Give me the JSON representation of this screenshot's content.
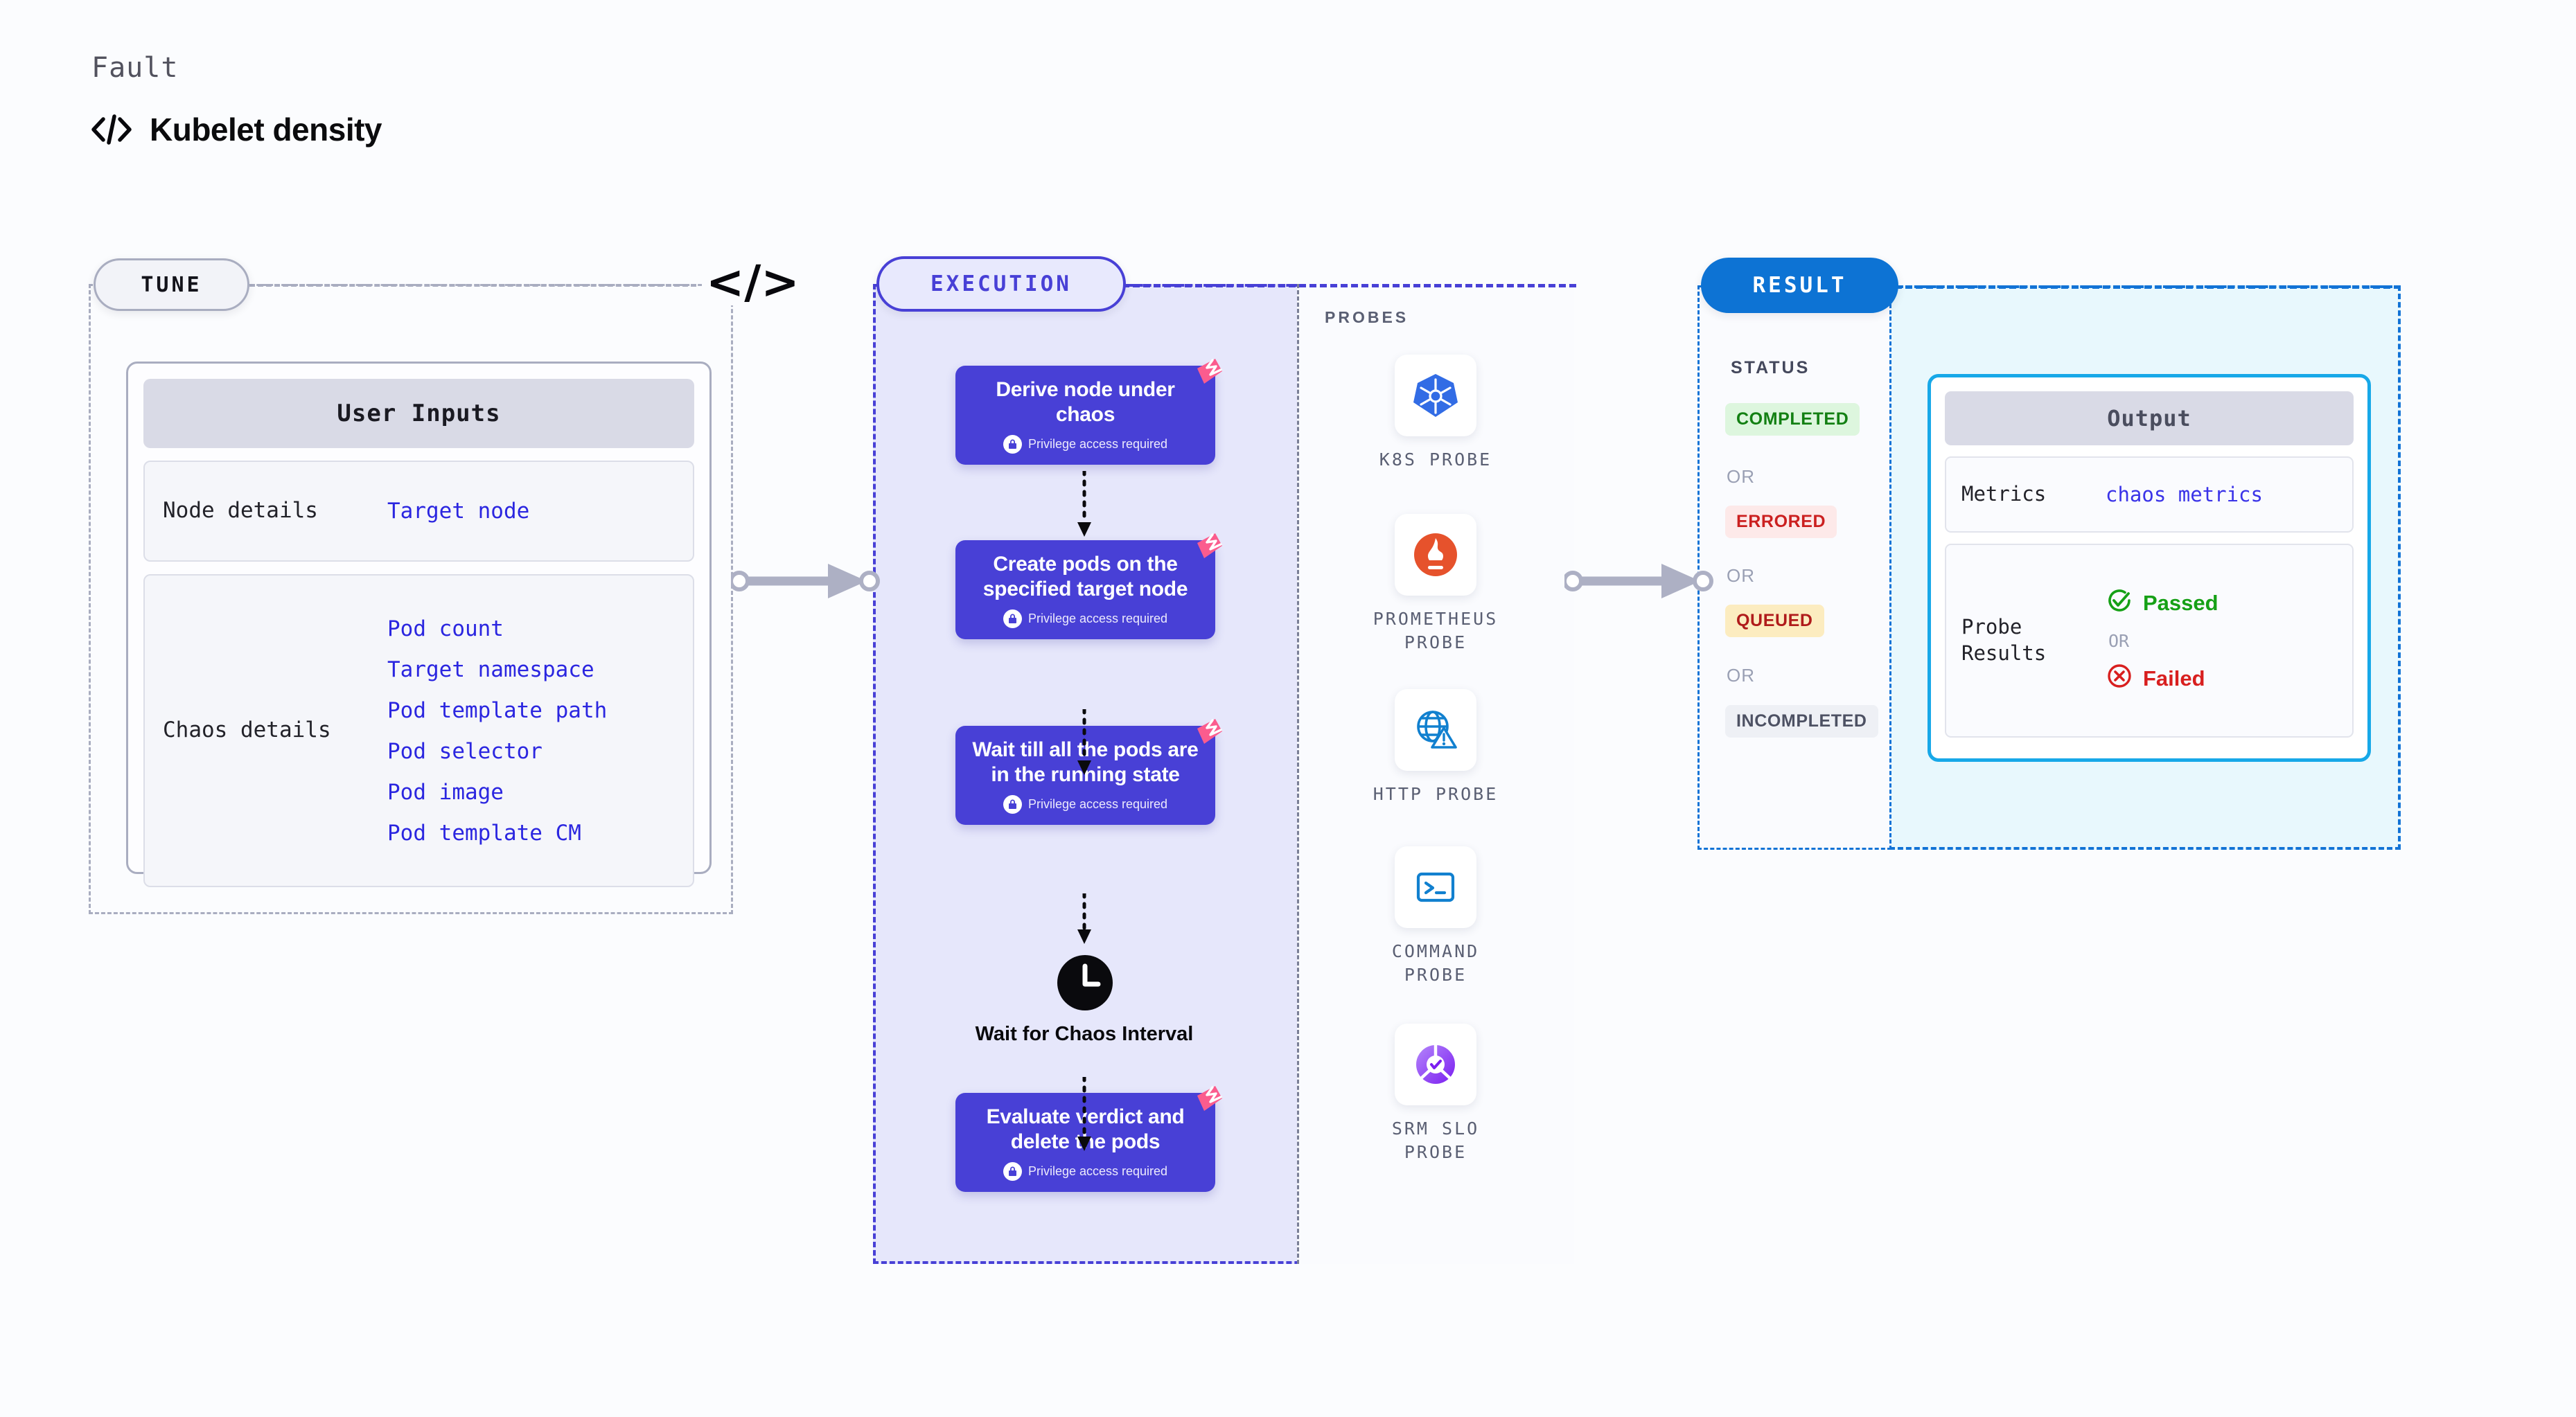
{
  "header": {
    "eyebrow": "Fault",
    "title": "Kubelet density",
    "code_icon": "</>"
  },
  "tune": {
    "pill_label": "TUNE",
    "connector_icon": "</>",
    "card": {
      "title": "User Inputs",
      "rows": [
        {
          "key": "Node details",
          "values": [
            "Target node"
          ]
        },
        {
          "key": "Chaos details",
          "values": [
            "Pod count",
            "Target namespace",
            "Pod template path",
            "Pod selector",
            "Pod image",
            "Pod template CM"
          ]
        }
      ]
    }
  },
  "execution": {
    "pill_label": "EXECUTION",
    "privilege_note": "Privilege access required",
    "nodes": [
      {
        "title": "Derive node under chaos",
        "privileged": true,
        "badge": "harness-badge"
      },
      {
        "title": "Create pods on the specified target node",
        "privileged": true,
        "badge": "harness-badge"
      },
      {
        "title": "Wait till all the pods are in the running state",
        "privileged": true,
        "badge": "harness-badge"
      },
      {
        "title": "Evaluate verdict and delete the pods",
        "privileged": true,
        "badge": "harness-badge"
      }
    ],
    "wait_step": {
      "label": "Wait for Chaos Interval",
      "icon": "clock-icon"
    }
  },
  "probes": {
    "title": "PROBES",
    "items": [
      {
        "label": "K8S PROBE",
        "icon": "kubernetes-icon",
        "color": "#326ce5"
      },
      {
        "label": "PROMETHEUS\nPROBE",
        "icon": "prometheus-icon",
        "color": "#e6522c"
      },
      {
        "label": "HTTP PROBE",
        "icon": "globe-warning-icon",
        "color": "#1180cf"
      },
      {
        "label": "COMMAND\nPROBE",
        "icon": "terminal-icon",
        "color": "#1180cf"
      },
      {
        "label": "SRM SLO\nPROBE",
        "icon": "slo-gauge-icon",
        "color": "#8b3df5"
      }
    ]
  },
  "result": {
    "pill_label": "RESULT",
    "status_title": "STATUS",
    "or_label": "OR",
    "statuses": [
      {
        "label": "COMPLETED",
        "style": "completed",
        "bg": "#ddf6de",
        "fg": "#138013"
      },
      {
        "label": "ERRORED",
        "style": "errored",
        "bg": "#fde9e9",
        "fg": "#cb2020"
      },
      {
        "label": "QUEUED",
        "style": "queued",
        "bg": "#fcecc0",
        "fg": "#b01b1b"
      },
      {
        "label": "INCOMPLETED",
        "style": "incomplete",
        "bg": "#eef0f5",
        "fg": "#4d5163"
      }
    ],
    "output": {
      "title": "Output",
      "metrics_key": "Metrics",
      "metrics_value": "chaos metrics",
      "probe_key": "Probe Results",
      "passed_label": "Passed",
      "failed_label": "Failed",
      "or_label": "OR"
    }
  },
  "colors": {
    "page_bg": "#fbfcfe",
    "accent_purple": "#4840d6",
    "accent_blue": "#0d73d4",
    "accent_cyan": "#17a8e8",
    "accent_pink": "#fb5c8e",
    "link_blue": "#2b26e0"
  }
}
